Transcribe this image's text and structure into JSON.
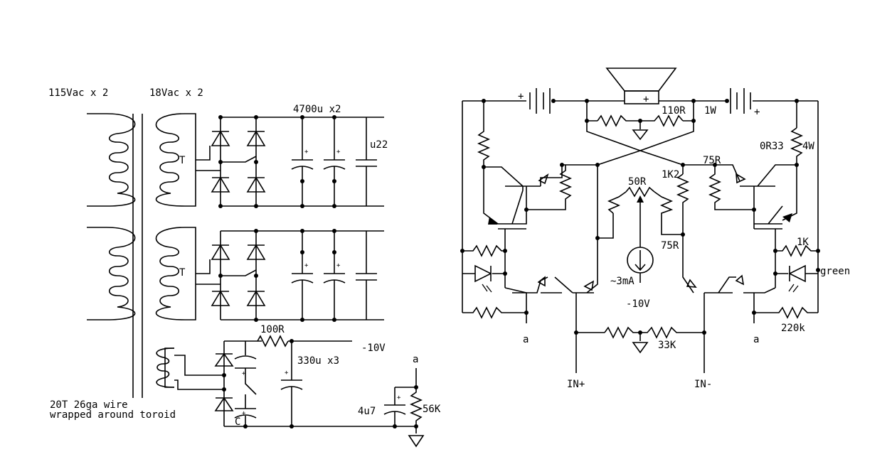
{
  "psu": {
    "primary_label": "115Vac x 2",
    "secondary_label": "18Vac x 2",
    "tap_label_1": "T",
    "tap_label_2": "T",
    "cap_bank_label": "4700u x2",
    "film_cap_label": "u22",
    "res_label": "100R",
    "neg_rail_label": "-10V",
    "cap3_label": "330u x3",
    "wire_note_1": "20T 26ga wire",
    "wire_note_2": "wrapped around toroid",
    "cap_c_label": "C",
    "node_a_label": "a",
    "cap_4u7_label": "4u7",
    "res_56k_label": "56K"
  },
  "amp": {
    "plus_left": "+",
    "plus_right": "+",
    "speaker_plus": "+",
    "res_110r": "110R",
    "power_1w": "1W",
    "res_0r33": "0R33",
    "power_4w": "4W",
    "res_75r_top": "75R",
    "res_1k2": "1K2",
    "res_50r": "50R",
    "res_75r_mid": "75R",
    "res_1k": "1K",
    "led_label": "green",
    "current_source": "~3mA",
    "neg_supply": "-10V",
    "res_33k": "33K",
    "res_220k": "220k",
    "node_a_left": "a",
    "node_a_right": "a",
    "in_plus": "IN+",
    "in_minus": "IN-"
  }
}
